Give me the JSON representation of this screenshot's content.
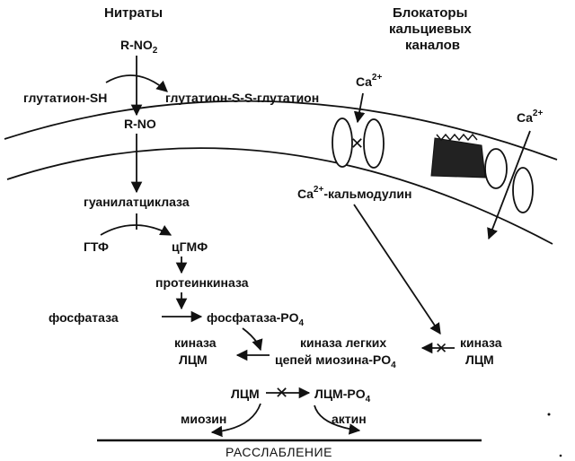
{
  "titles": {
    "nitrates": "Нитраты",
    "blockers_1": "Блокаторы",
    "blockers_2": "кальциевых",
    "blockers_3": "каналов"
  },
  "nodes": {
    "rno2_base": "R-NO",
    "rno2_sub": "2",
    "glutathione_sh": "глутатион-SH",
    "glutathione_ssg": "глутатион-S-S-глутатион",
    "rno": "R-NO",
    "guanylate_cyclase": "гуанилатциклаза",
    "gtp": "ГТФ",
    "cgmp": "цГМФ",
    "protein_kinase": "протеинкиназа",
    "phosphatase": "фосфатаза",
    "phosphatase_po4_base": "фосфатаза-PO",
    "phosphatase_po4_sub": "4",
    "kinase_mlc_left_1": "киназа",
    "kinase_mlc_left_2": "ЛЦМ",
    "mlck_po4_1": "киназа легких",
    "mlck_po4_2_base": "цепей миозина-PO",
    "mlck_po4_2_sub": "4",
    "kinase_mlc_right_1": "киназа",
    "kinase_mlc_right_2": "ЛЦМ",
    "mlc": "ЛЦМ",
    "mlc_po4_base": "ЛЦМ-PO",
    "mlc_po4_sub": "4",
    "myosin": "миозин",
    "actin": "актин",
    "relaxation": "РАССЛАБЛЕНИЕ",
    "ca_top_base": "Ca",
    "ca_top_sup": "2+",
    "ca_right_base": "Ca",
    "ca_right_sup": "2+",
    "calmodulin_ca": "Ca",
    "calmodulin_sup": "2+",
    "calmodulin_rest": "-кальмодулин"
  },
  "symbols": {
    "block": "✕"
  }
}
